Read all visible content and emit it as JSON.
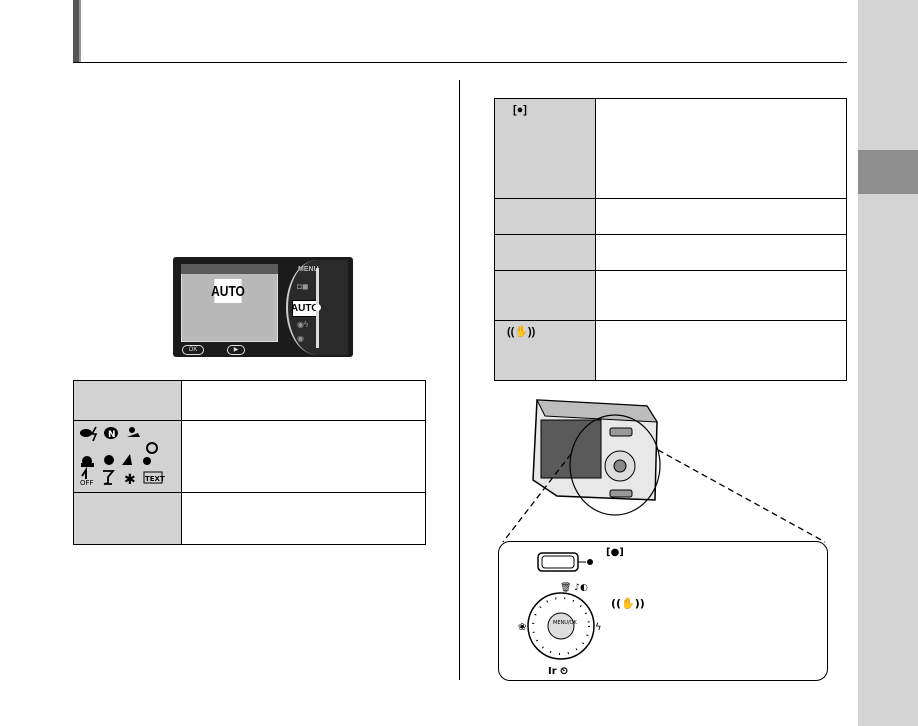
{
  "header": {
    "title": ""
  },
  "lcd": {
    "auto_label": "AUTO",
    "menu_label": "MENU",
    "menu_selected": "AUTO",
    "ok_label": "OK",
    "play_label": "▶"
  },
  "table_left": {
    "rows": [
      {
        "icons": "",
        "text": ""
      },
      {
        "icons": "",
        "text": ""
      },
      {
        "icons": "",
        "text": ""
      }
    ],
    "scene_badges": [
      "N",
      "OFF",
      "TEXT"
    ]
  },
  "table_right": {
    "rows": [
      {
        "icons": "[●]",
        "text": ""
      },
      {
        "icons": "",
        "text": ""
      },
      {
        "icons": "",
        "text": ""
      },
      {
        "icons": "",
        "text": ""
      },
      {
        "icons": "((✋))",
        "text": ""
      }
    ]
  },
  "camera_zoom": {
    "menu_ok_label": "MENU/OK",
    "face_label": "[●]",
    "stabilizer_label": "((✋))"
  },
  "colors": {
    "side_strip": "#d4d4d4",
    "side_tab": "#8e8e8e",
    "table_fill": "#d2d2d2"
  }
}
